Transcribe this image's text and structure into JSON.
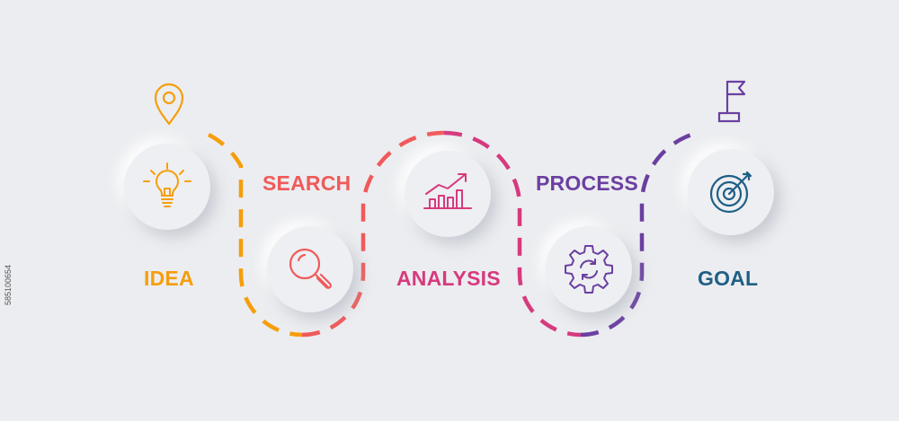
{
  "steps": [
    {
      "label": "IDEA",
      "color": "#F59E0B",
      "icon": "lightbulb-icon"
    },
    {
      "label": "SEARCH",
      "color": "#F05A5A",
      "icon": "magnifier-icon"
    },
    {
      "label": "ANALYSIS",
      "color": "#D63A7E",
      "icon": "growth-chart-icon"
    },
    {
      "label": "PROCESS",
      "color": "#6B3FA0",
      "icon": "gear-icon"
    },
    {
      "label": "GOAL",
      "color": "#1F5F86",
      "icon": "target-icon"
    }
  ],
  "top_icons": {
    "start": "location-pin-icon",
    "end": "flag-icon"
  },
  "stock_id": "585100654"
}
